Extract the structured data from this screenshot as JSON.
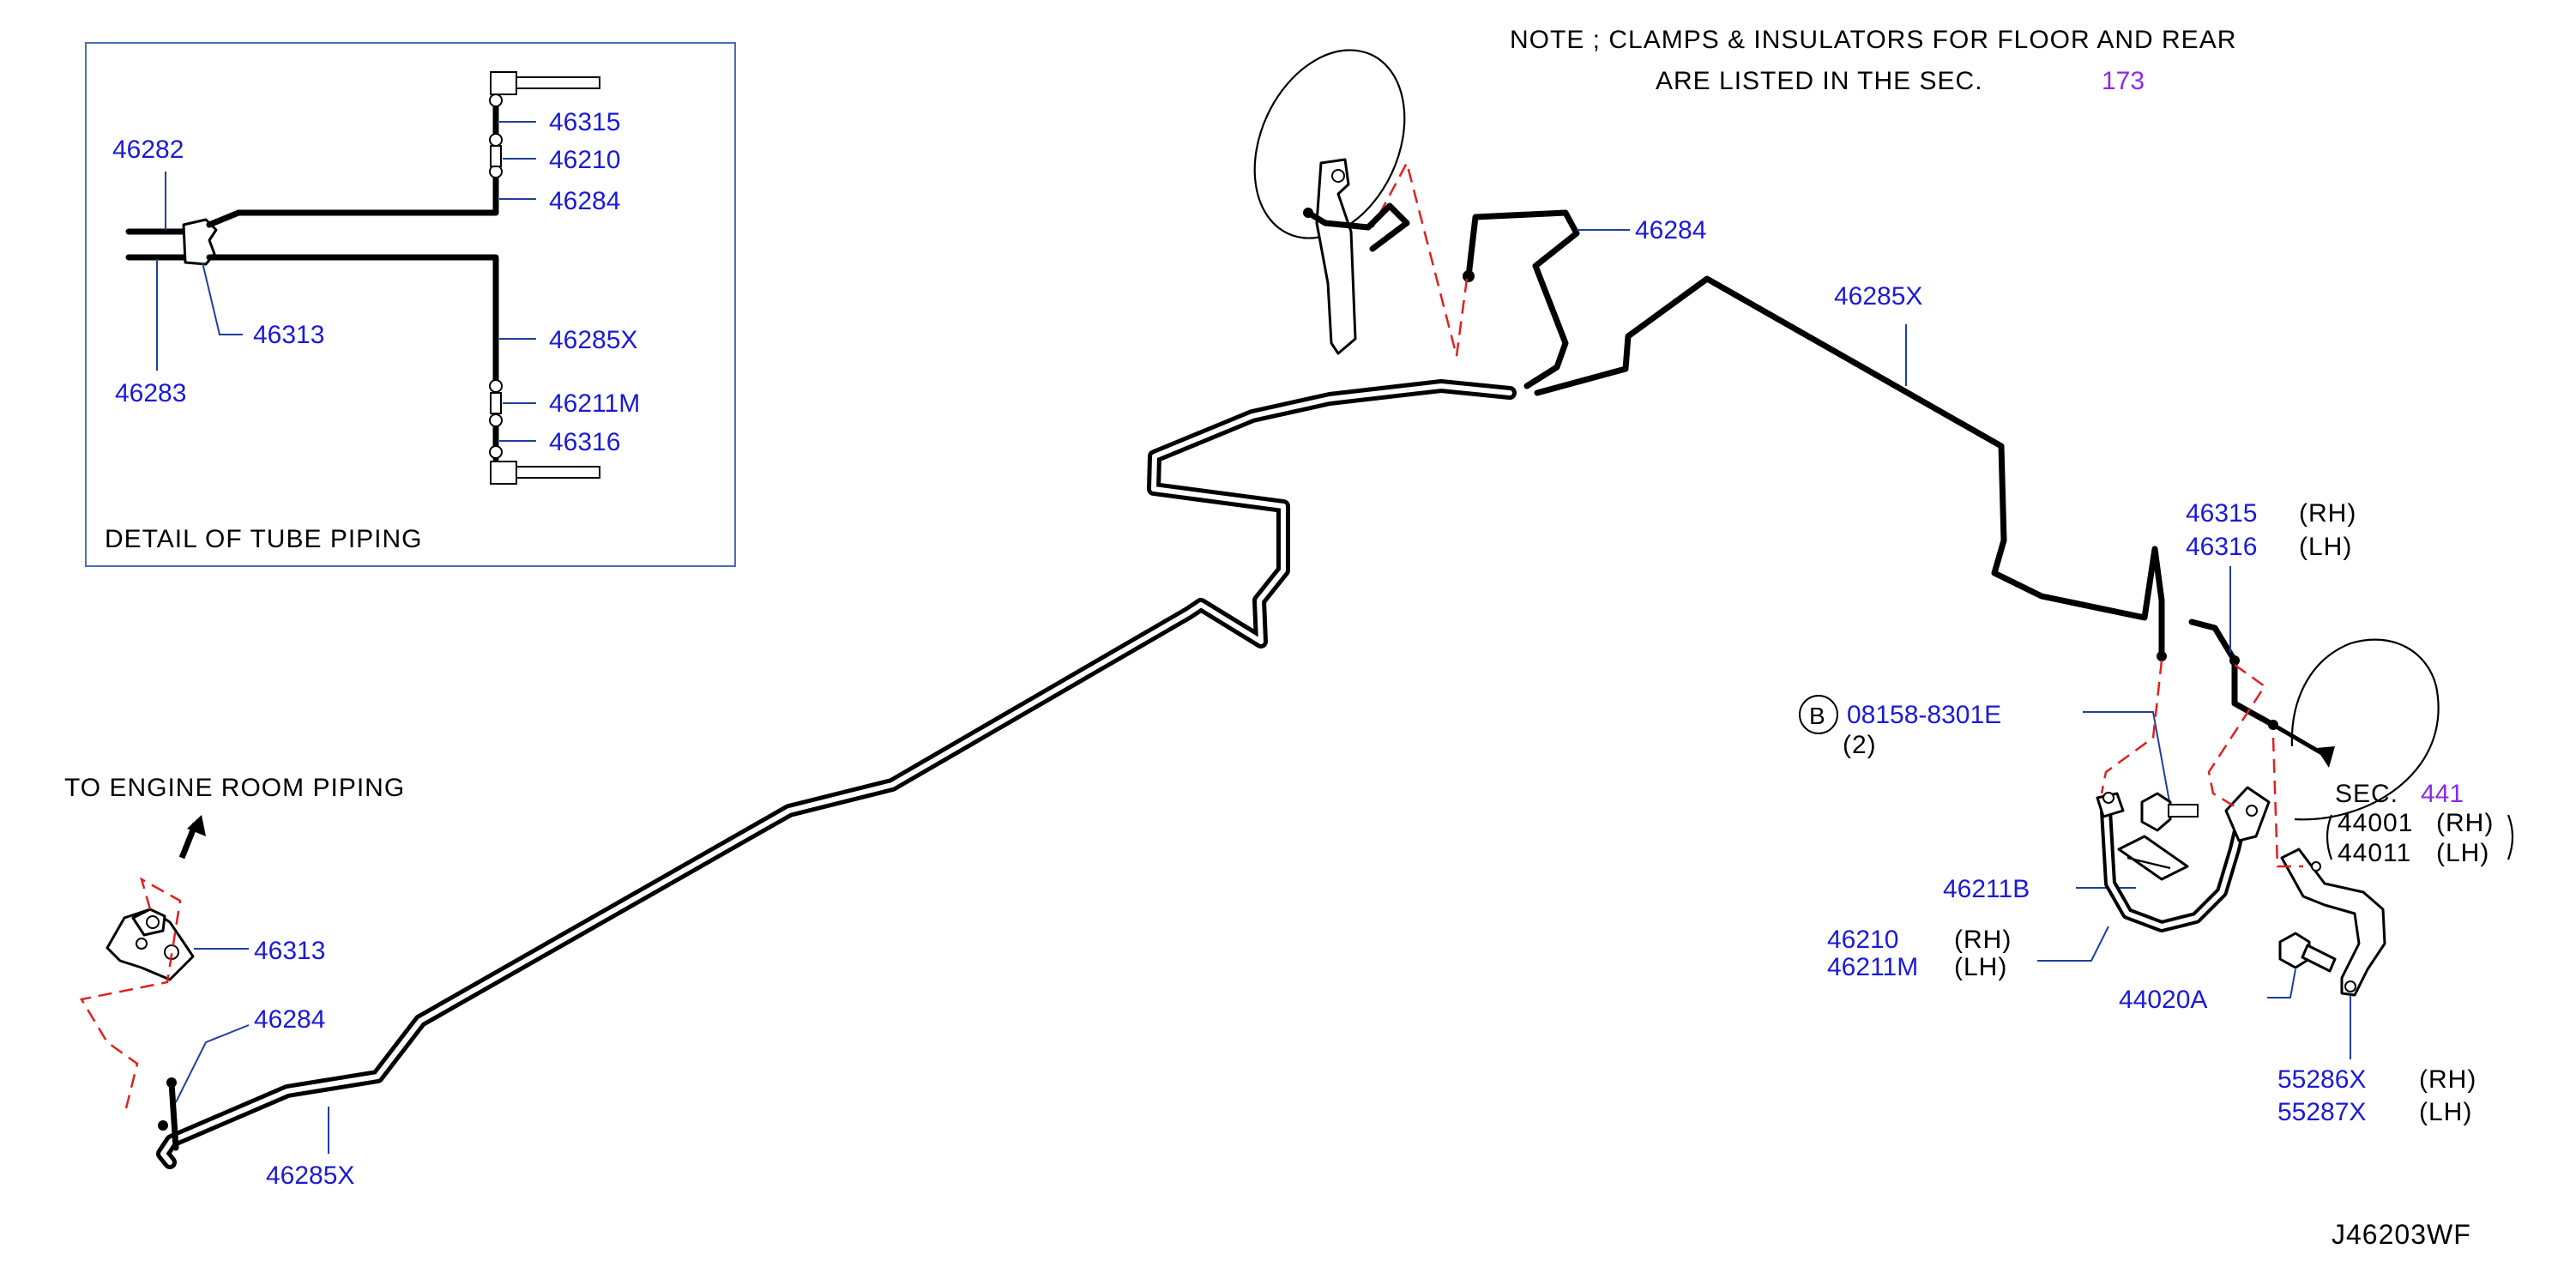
{
  "note": {
    "line1": "NOTE  ;  CLAMPS  &  INSULATORS  FOR  FLOOR  AND  REAR",
    "line2": "ARE  LISTED  IN  THE  SEC.",
    "sec_ref": "173"
  },
  "detail": {
    "title": "DETAIL  OF  TUBE  PIPING",
    "labels": {
      "p46282": "46282",
      "p46283": "46283",
      "p46313": "46313",
      "p46315": "46315",
      "p46210": "46210",
      "p46284": "46284",
      "p46285x": "46285X",
      "p46211m": "46211M",
      "p46316": "46316"
    }
  },
  "engine_room": {
    "text": "TO  ENGINE  ROOM  PIPING",
    "p46313": "46313",
    "p46284": "46284",
    "p46285x": "46285X"
  },
  "top": {
    "p46284": "46284",
    "p46285x": "46285X"
  },
  "rear": {
    "p46315": "46315",
    "p46315_side": "(RH)",
    "p46316": "46316",
    "p46316_side": "(LH)",
    "bolt_symbol": "B",
    "bolt_part": "08158-8301E",
    "bolt_qty": "(2)",
    "sec_label": "SEC.",
    "sec_ref": "441",
    "p44001": "44001",
    "p44001_side": "(RH)",
    "p44011": "44011",
    "p44011_side": "(LH)",
    "p46211b": "46211B",
    "p46210": "46210",
    "p46210_side": "(RH)",
    "p46211m": "46211M",
    "p46211m_side": "(LH)",
    "p44020a": "44020A",
    "p55286x": "55286X",
    "p55286x_side": "(RH)",
    "p55287x": "55287X",
    "p55287x_side": "(LH)"
  },
  "diagram_id": "J46203WF",
  "colors": {
    "part_number": "#1a1ad6",
    "section_ref": "#8a2be2",
    "leader": "#1f3f9f",
    "guide_dash": "#e02020",
    "detail_frame": "#4a6fb5"
  }
}
